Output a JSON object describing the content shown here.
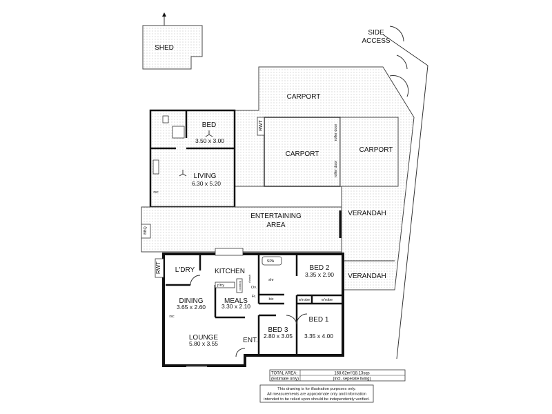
{
  "plan": {
    "outbuildings": {
      "shed": "SHED",
      "side_access": [
        "SIDE",
        "ACCESS"
      ],
      "carport_top": "CARPORT",
      "carport_middle": "CARPORT",
      "carport_right": "CARPORT",
      "roller_door_1": "roller door",
      "roller_door_2": "roller door",
      "rwt_carport": "RWT",
      "bed": {
        "name": "BED",
        "size": "3.50 x 3.00"
      },
      "living": {
        "name": "LIVING",
        "size": "6.30 x 5.20"
      },
      "rsc_living": "rsc",
      "entertaining": [
        "ENTERTAINING",
        "AREA"
      ],
      "bbq": "BBQ",
      "verandah_1": "VERANDAH",
      "verandah_2": "VERANDAH"
    },
    "house": {
      "rwt": "RWT",
      "laundry": "L'DRY",
      "kitchen": "KITCHEN",
      "pantry": "p'try",
      "fridge_space": "Fr.",
      "oven": "Ov.",
      "dishwasher": "d'wash",
      "cooktop": "cooktop",
      "dining": {
        "name": "DINING",
        "size": "3.65 x 2.60"
      },
      "meals": {
        "name": "MEALS",
        "size": "3.30 x 2.10"
      },
      "lounge": {
        "name": "LOUNGE",
        "size": "5.80 x 3.55"
      },
      "rsc_lounge": "rsc",
      "entry": "ENT.",
      "spa": "SPA",
      "shower": "shr",
      "bic": "bic",
      "bed2": {
        "name": "BED 2",
        "size": "3.35 x 2.90"
      },
      "bed1": {
        "name": "BED 1",
        "size": "3.35 x 4.00"
      },
      "bed3": {
        "name": "BED 3",
        "size": "2.80 x 3.05"
      },
      "wrobe_1": "w'robe",
      "wrobe_2": "w'robe"
    },
    "area_table": {
      "label": "TOTAL AREA:",
      "value": "168.62m²/18.13sqs",
      "note_label": "(Estimate only)",
      "note_value": "(incl. seperate living)"
    },
    "disclaimer": [
      "This drawing is for illustration purposes only.",
      "All measurements are approximate only and information",
      "intended to be relied upon should be independently verified."
    ]
  }
}
